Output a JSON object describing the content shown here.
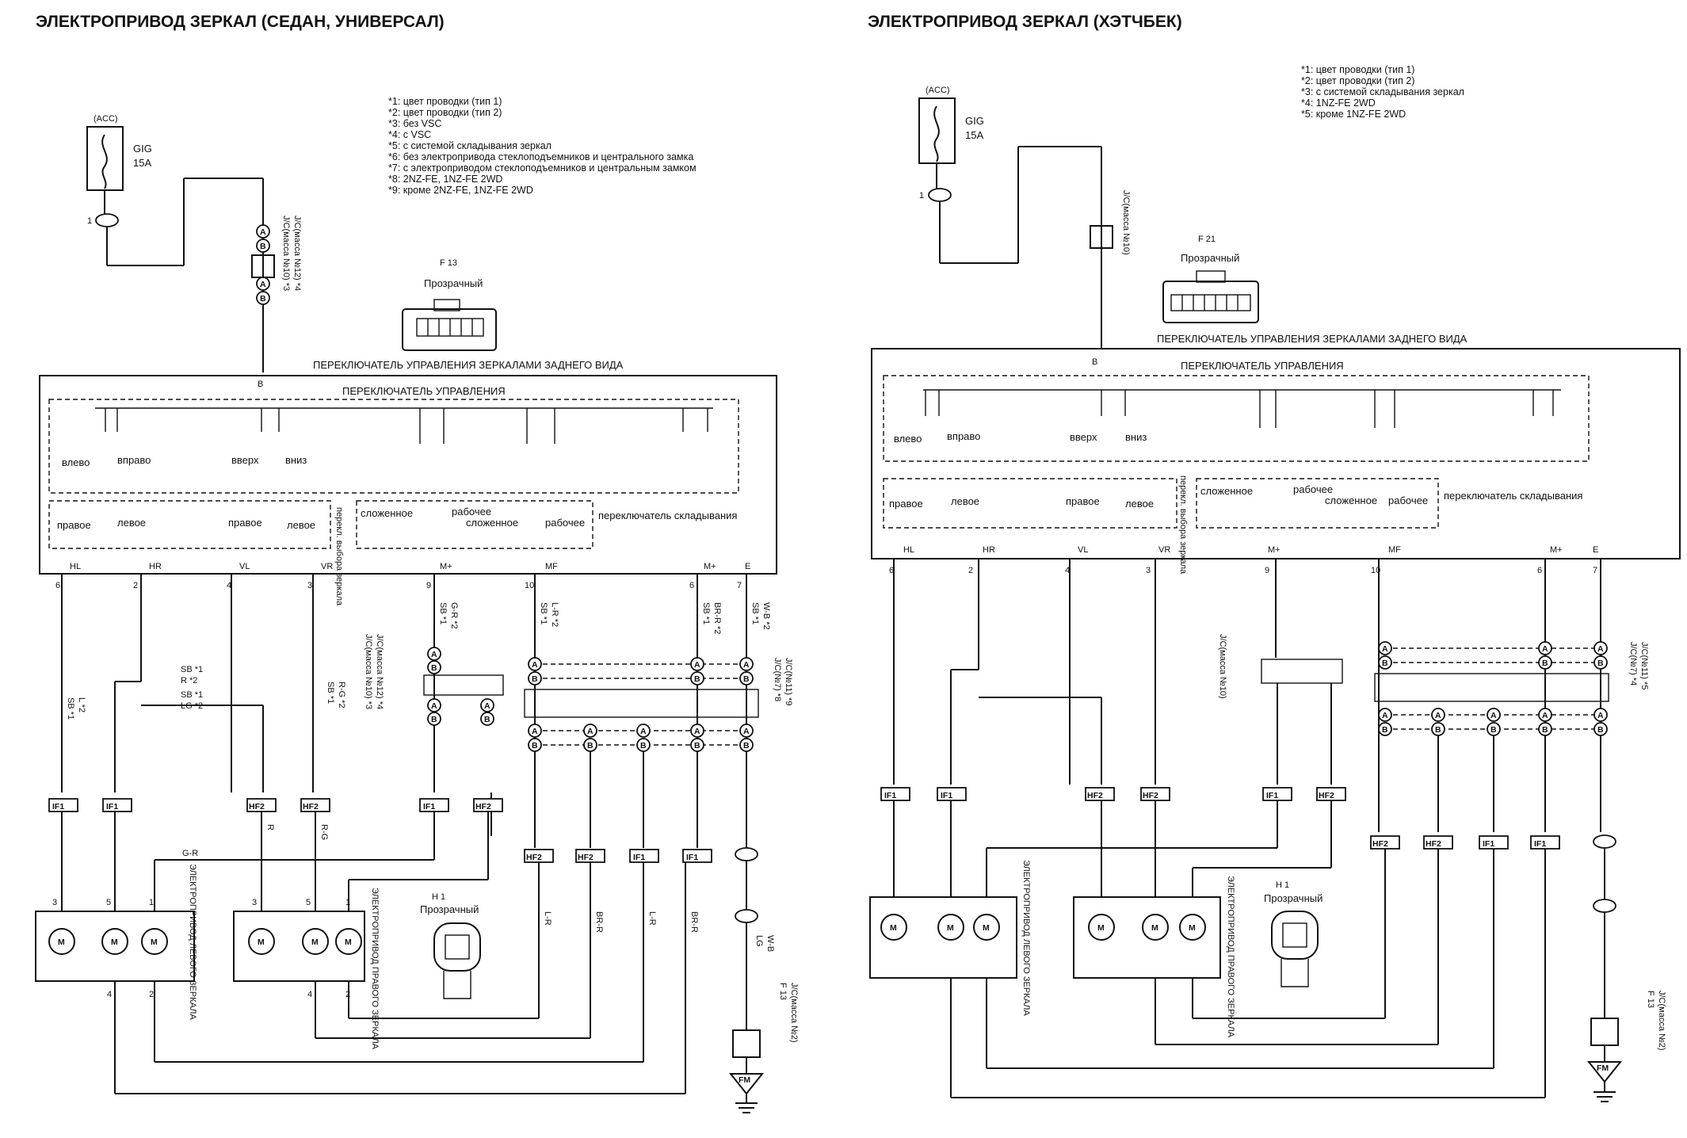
{
  "left": {
    "title": "ЭЛЕКТРОПРИВОД ЗЕРКАЛ (СЕДАН, УНИВЕРСАЛ)",
    "notes": [
      "*1: цвет проводки (тип 1)",
      "*2: цвет проводки (тип 2)",
      "*3: без VSC",
      "*4: с VSC",
      "*5: с системой складывания зеркал",
      "*6: без электропривода стеклоподъемников и центрального замка",
      "*7: с электроприводом стеклоподъемников и центральным замком",
      "*8: 2NZ-FE, 1NZ-FE 2WD",
      "*9: кроме 2NZ-FE, 1NZ-FE 2WD"
    ],
    "fuse": {
      "acc": "(ACC)",
      "name": "GIG",
      "rating": "15A"
    },
    "jc_top": [
      "J/C(масса №10) *3",
      "J/C(масса №12) *4"
    ],
    "connector_view": {
      "ref": "F 13",
      "label": "Прозрачный"
    },
    "switch_assembly": "ПЕРЕКЛЮЧАТЕЛЬ УПРАВЛЕНИЯ ЗЕРКАЛАМИ ЗАДНЕГО ВИДА",
    "control_switch": "ПЕРЕКЛЮЧАТЕЛЬ УПРАВЛЕНИЯ",
    "switch_positions": [
      "влево",
      "вправо",
      "вверх",
      "вниз"
    ],
    "select_labels": [
      "правое",
      "левое",
      "правое",
      "левое"
    ],
    "select_switch": "перекл. выбора зеркала",
    "fold_labels": [
      "сложенное",
      "рабочее",
      "сложенное",
      "рабочее"
    ],
    "fold_switch": "переключатель складывания",
    "terminals": [
      "HL",
      "HR",
      "VL",
      "VR",
      "M+",
      "MF",
      "M+",
      "E"
    ],
    "terminal_pins": [
      "6",
      "2",
      "4",
      "3",
      "9",
      "10",
      "6",
      "7"
    ],
    "wire_colors": [
      "SB *1",
      "L *2",
      "SB *1",
      "R *2",
      "SB *1",
      "LG *2",
      "SB *1",
      "R-G *2",
      "SB *1",
      "G-R *2",
      "SB *1",
      "L-R *2",
      "SB *1",
      "BR-R *2",
      "SB *1",
      "W-B *2",
      "G-R",
      "R",
      "R-G",
      "L-R",
      "BR-R",
      "W-B",
      "LG",
      "L-R",
      "BR-R"
    ],
    "jc_mid": [
      "J/C(масса №10) *3",
      "J/C(масса №12) *4"
    ],
    "jc_right": [
      "J/C(№7) *8",
      "J/C(№11) *9"
    ],
    "connectors": [
      "IF1",
      "IF1",
      "HF2",
      "HF2",
      "IF1",
      "HF2",
      "HF2",
      "HF2",
      "IF1",
      "IF1"
    ],
    "left_mirror": "ЭЛЕКТРОПРИВОД ЛЕВОГО ЗЕРКАЛА",
    "right_mirror": "ЭЛЕКТРОПРИВОД ПРАВОГО ЗЕРКАЛА",
    "right_mirror_view": {
      "ref": "H 1",
      "label": "Прозрачный"
    },
    "motor_label": "M",
    "jc_bottom": "J/C(масса №2)",
    "ground": "FM",
    "ground_ref": "F 13"
  },
  "right": {
    "title": "ЭЛЕКТРОПРИВОД ЗЕРКАЛ (ХЭТЧБЕК)",
    "notes": [
      "*1: цвет проводки (тип 1)",
      "*2: цвет проводки (тип 2)",
      "*3: с системой складывания зеркал",
      "*4: 1NZ-FE 2WD",
      "*5: кроме 1NZ-FE 2WD"
    ],
    "fuse": {
      "acc": "(ACC)",
      "name": "GIG",
      "rating": "15A"
    },
    "jc_top": "J/C(масса №10)",
    "connector_view": {
      "ref": "F 21",
      "label": "Прозрачный"
    },
    "switch_assembly": "ПЕРЕКЛЮЧАТЕЛЬ УПРАВЛЕНИЯ ЗЕРКАЛАМИ ЗАДНЕГО ВИДА",
    "control_switch": "ПЕРЕКЛЮЧАТЕЛЬ УПРАВЛЕНИЯ",
    "switch_positions": [
      "влево",
      "вправо",
      "вверх",
      "вниз"
    ],
    "select_labels": [
      "правое",
      "левое",
      "правое",
      "левое"
    ],
    "select_switch": "перекл. выбора зеркала",
    "fold_labels": [
      "сложенное",
      "рабочее",
      "сложенное",
      "рабочее"
    ],
    "fold_switch": "переключатель складывания",
    "terminals": [
      "HL",
      "HR",
      "VL",
      "VR",
      "M+",
      "MF",
      "M+",
      "E"
    ],
    "terminal_pins": [
      "6",
      "2",
      "4",
      "3",
      "9",
      "10",
      "6",
      "7"
    ],
    "jc_mid": "J/C(масса №10)",
    "jc_right": [
      "J/C(№7) *4",
      "J/C(№11) *5"
    ],
    "connectors": [
      "IF1",
      "IF1",
      "HF2",
      "HF2",
      "IF1",
      "HF2",
      "HF2",
      "HF2",
      "IF1",
      "IF1"
    ],
    "left_mirror": "ЭЛЕКТРОПРИВОД ЛЕВОГО ЗЕРКАЛА",
    "right_mirror": "ЭЛЕКТРОПРИВОД ПРАВОГО ЗЕРКАЛА",
    "right_mirror_view": {
      "ref": "H 1",
      "label": "Прозрачный"
    },
    "motor_label": "M",
    "jc_bottom": "J/C(масса №2)",
    "ground": "FM",
    "ground_ref": "F 13"
  }
}
